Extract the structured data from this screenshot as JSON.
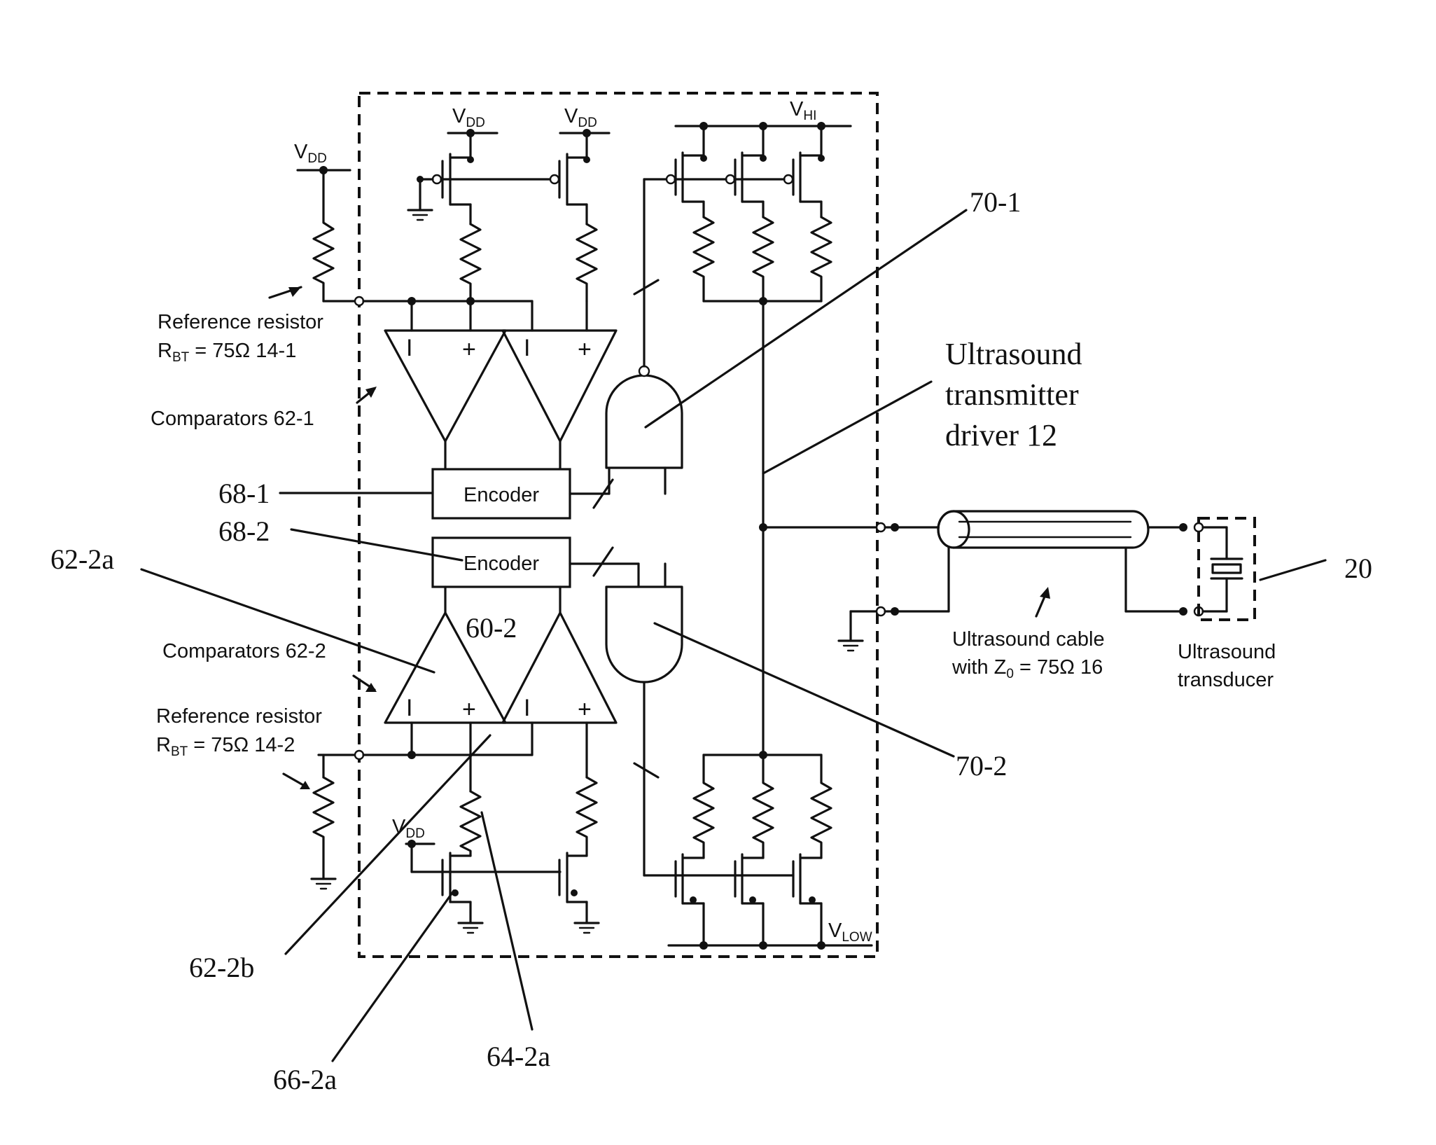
{
  "supplies": {
    "vdd": "V",
    "vdd_sub": "DD",
    "vhi": "V",
    "vhi_sub": "HI",
    "vlow": "V",
    "vlow_sub": "LOW"
  },
  "comparator_signs": {
    "minus": "I",
    "plus": "+"
  },
  "labels": {
    "ref_resistor_1_line1": "Reference resistor",
    "ref_resistor_1_line2": "R",
    "ref_resistor_1_sub": "BT",
    "ref_resistor_1_rest": " = 75Ω  14-1",
    "comparators_1": "Comparators 62-1",
    "comparators_2": "Comparators 62-2",
    "ref_resistor_2_line1": "Reference resistor",
    "ref_resistor_2_line2": "R",
    "ref_resistor_2_sub": "BT",
    "ref_resistor_2_rest": " = 75Ω  14-2",
    "encoder_1": "Encoder",
    "encoder_2": "Encoder",
    "cable_line1": "Ultrasound cable",
    "cable_line2": "with Z",
    "cable_sub": "0",
    "cable_rest": " = 75Ω  16",
    "transducer_line1": "Ultrasound",
    "transducer_line2": "transducer",
    "driver_line1": "Ultrasound",
    "driver_line2": "transmitter",
    "driver_line3": "driver 12"
  },
  "reference_numerals": {
    "r70_1": "70-1",
    "r68_1": "68-1",
    "r68_2": "68-2",
    "r62_2a": "62-2a",
    "r60_2": "60-2",
    "r20": "20",
    "r70_2": "70-2",
    "r62_2b": "62-2b",
    "r66_2a": "66-2a",
    "r64_2a": "64-2a"
  },
  "icons": [
    "resistor-icon",
    "ground-icon",
    "pmos-transistor-icon",
    "nmos-transistor-icon",
    "comparator-icon",
    "and-gate-icon",
    "nand-gate-icon",
    "coax-cable-icon",
    "crystal-transducer-icon"
  ]
}
